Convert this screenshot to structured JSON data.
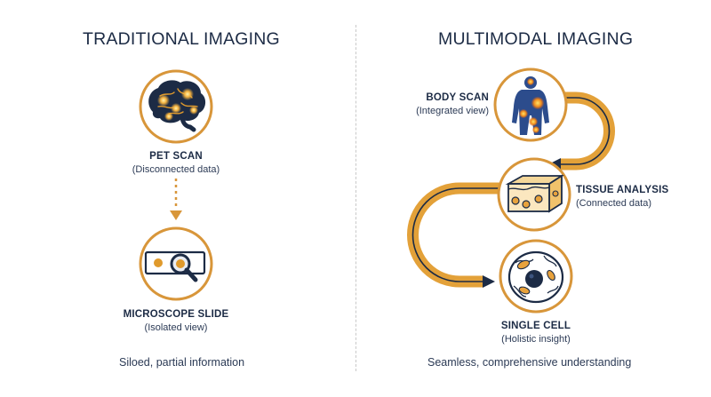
{
  "left_panel": {
    "title": "TRADITIONAL IMAGING",
    "pet_scan": {
      "title": "PET SCAN",
      "subtitle": "(Disconnected data)",
      "icon": "brain-icon"
    },
    "microscope_slide": {
      "title": "MICROSCOPE SLIDE",
      "subtitle": "(Isolated view)",
      "icon": "magnifier-slide-icon"
    },
    "footer": "Siloed, partial information"
  },
  "right_panel": {
    "title": "MULTIMODAL IMAGING",
    "body_scan": {
      "title": "BODY SCAN",
      "subtitle": "(Integrated view)",
      "icon": "body-scan-icon"
    },
    "tissue_analysis": {
      "title": "TISSUE ANALYSIS",
      "subtitle": "(Connected data)",
      "icon": "tissue-icon"
    },
    "single_cell": {
      "title": "SINGLE CELL",
      "subtitle": "(Holistic insight)",
      "icon": "cell-icon"
    },
    "footer": "Seamless, comprehensive understanding"
  },
  "colors": {
    "navy": "#1c2b45",
    "orange": "#e09a2c",
    "dark_orange": "#c57d1a"
  }
}
